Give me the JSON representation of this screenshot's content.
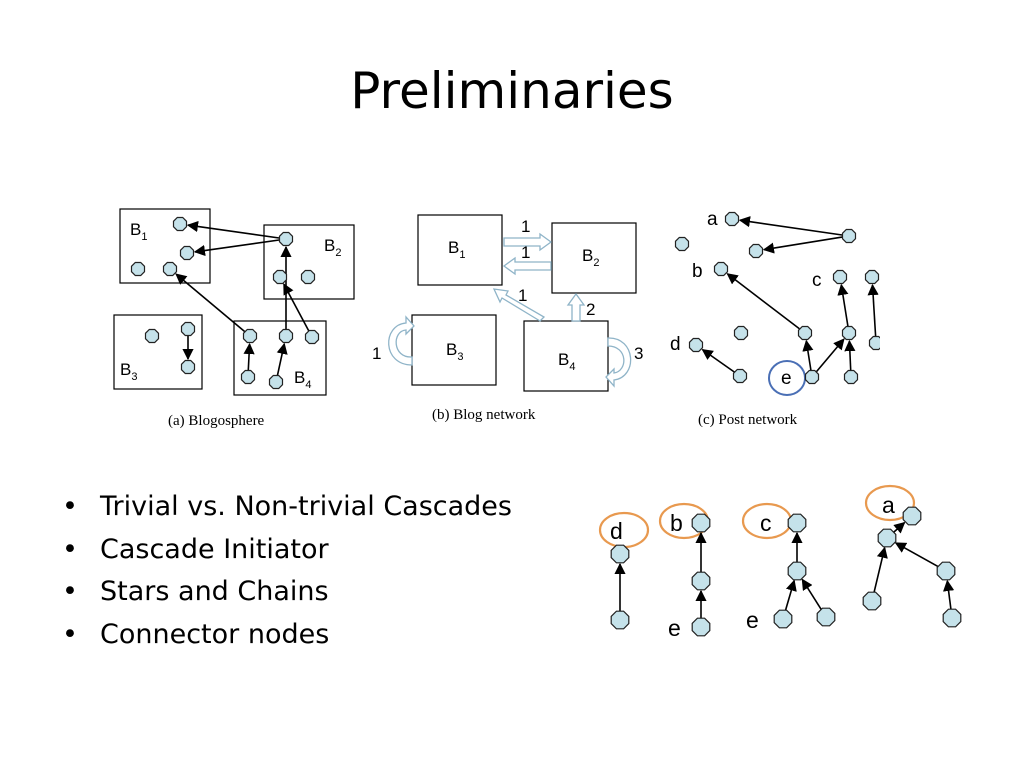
{
  "slide": {
    "title": "Preliminaries"
  },
  "figure": {
    "panel_a": {
      "caption": "(a) Blogosphere",
      "blogs": [
        {
          "label": "B",
          "sub": "1"
        },
        {
          "label": "B",
          "sub": "2"
        },
        {
          "label": "B",
          "sub": "3"
        },
        {
          "label": "B",
          "sub": "4"
        }
      ]
    },
    "panel_b": {
      "caption": "(b) Blog network",
      "blogs": [
        {
          "label": "B",
          "sub": "1"
        },
        {
          "label": "B",
          "sub": "2"
        },
        {
          "label": "B",
          "sub": "3"
        },
        {
          "label": "B",
          "sub": "4"
        }
      ],
      "edge_weights": [
        "1",
        "1",
        "1",
        "2",
        "1",
        "3"
      ]
    },
    "panel_c": {
      "caption": "(c) Post network",
      "node_labels": [
        "a",
        "b",
        "c",
        "d",
        "e"
      ]
    }
  },
  "bullets": {
    "marker": "•",
    "items": [
      "Trivial vs. Non-trivial Cascades",
      "Cascade Initiator",
      "Stars and Chains",
      "Connector nodes"
    ]
  },
  "cascades": {
    "labels": [
      "d",
      "b",
      "e",
      "c",
      "e",
      "a"
    ]
  },
  "colors": {
    "node_fill": "#c5e2ea",
    "node_stroke": "#222222",
    "highlight_orange": "#e8994f",
    "highlight_blue": "#4a6fb5",
    "hollow_arrow": "#a8c8d8"
  }
}
